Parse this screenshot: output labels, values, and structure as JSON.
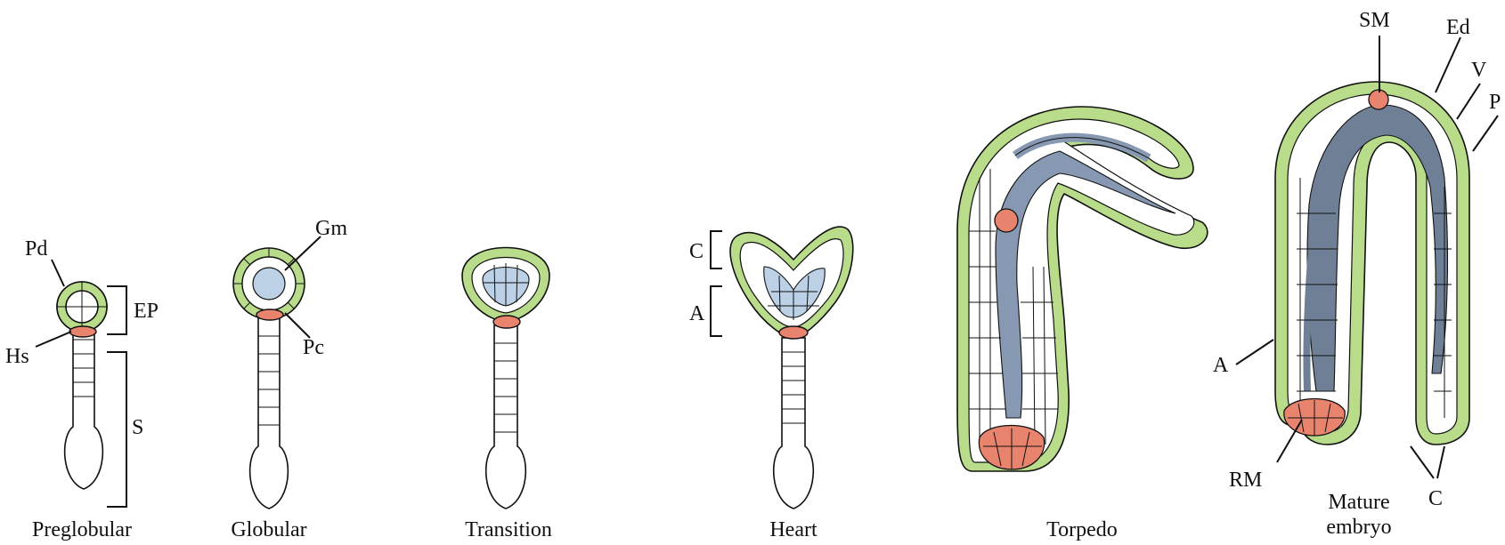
{
  "colors": {
    "protoderm": "#b8dc8a",
    "ground_meristem": "#bcd0e6",
    "procambium": "#6f7f96",
    "meristem": "#e8836d",
    "outline": "#111111"
  },
  "stages": [
    {
      "name": "Preglobular"
    },
    {
      "name": "Globular"
    },
    {
      "name": "Transition"
    },
    {
      "name": "Heart"
    },
    {
      "name": "Torpedo"
    },
    {
      "name": "Mature embryo",
      "line1": "Mature",
      "line2": "embryo"
    }
  ],
  "labels": {
    "pd": "Pd",
    "ep": "EP",
    "hs": "Hs",
    "s": "S",
    "gm": "Gm",
    "pc": "Pc",
    "c_heart": "C",
    "a_heart": "A",
    "sm": "SM",
    "ed": "Ed",
    "v": "V",
    "p": "P",
    "a_mature": "A",
    "rm": "RM",
    "c_mature": "C"
  }
}
